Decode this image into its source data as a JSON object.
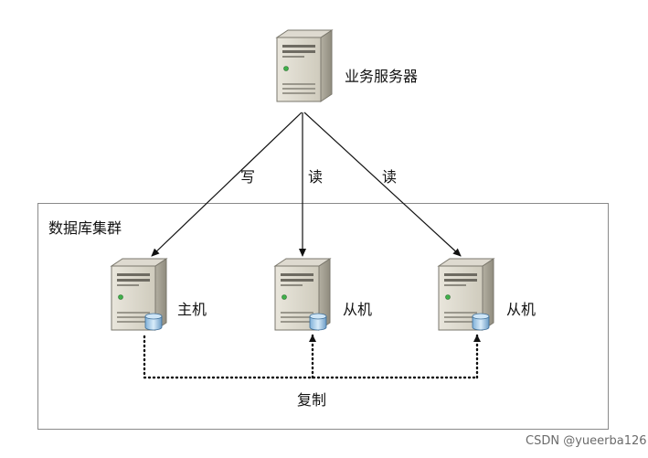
{
  "diagram": {
    "business_server": {
      "label": "业务服务器"
    },
    "cluster": {
      "label": "数据库集群"
    },
    "nodes": [
      {
        "id": "master",
        "label": "主机"
      },
      {
        "id": "slave1",
        "label": "从机"
      },
      {
        "id": "slave2",
        "label": "从机"
      }
    ],
    "edges": {
      "write": "写",
      "read1": "读",
      "read2": "读",
      "replicate": "复制"
    }
  },
  "watermark": "CSDN @yueerba126"
}
